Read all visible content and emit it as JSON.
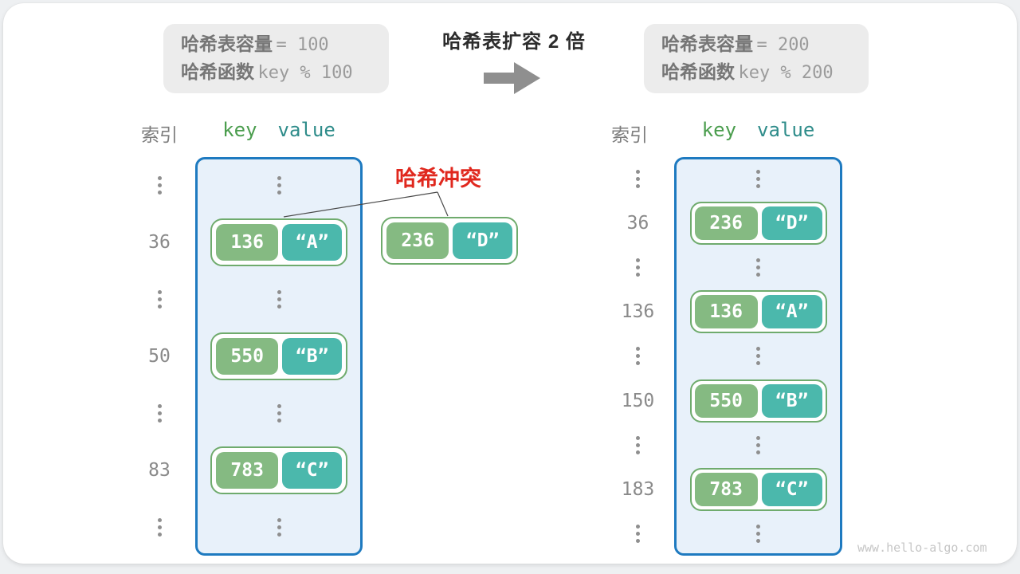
{
  "title": "哈希表扩容 2 倍",
  "before_box": {
    "line1_label": "哈希表容量",
    "line1_value": "= 100",
    "line2_label": "哈希函数",
    "line2_value": "key % 100"
  },
  "after_box": {
    "line1_label": "哈希表容量",
    "line1_value": "= 200",
    "line2_label": "哈希函数",
    "line2_value": "key % 200"
  },
  "collision_label": "哈希冲突",
  "headers": {
    "index": "索引",
    "key": "key",
    "value": "value"
  },
  "tables": {
    "left": {
      "rows": [
        {
          "type": "dots"
        },
        {
          "type": "entry",
          "index": "36",
          "key": "136",
          "value": "“A”"
        },
        {
          "type": "dots"
        },
        {
          "type": "entry",
          "index": "50",
          "key": "550",
          "value": "“B”"
        },
        {
          "type": "dots"
        },
        {
          "type": "entry",
          "index": "83",
          "key": "783",
          "value": "“C”"
        },
        {
          "type": "dots"
        }
      ]
    },
    "right": {
      "rows": [
        {
          "type": "dots"
        },
        {
          "type": "entry",
          "index": "36",
          "key": "236",
          "value": "“D”"
        },
        {
          "type": "dots"
        },
        {
          "type": "entry",
          "index": "136",
          "key": "136",
          "value": "“A”"
        },
        {
          "type": "dots"
        },
        {
          "type": "entry",
          "index": "150",
          "key": "550",
          "value": "“B”"
        },
        {
          "type": "dots"
        },
        {
          "type": "entry",
          "index": "183",
          "key": "783",
          "value": "“C”"
        },
        {
          "type": "dots"
        }
      ]
    },
    "floating_entry": {
      "key": "236",
      "value": "“D”"
    }
  },
  "watermark": "www.hello-algo.com",
  "colors": {
    "key_green": "#85ba82",
    "value_teal": "#4bb8ac",
    "pair_border": "#6fab6d",
    "bucket_fill": "#e8f1fa",
    "bucket_border": "#1e7ac0",
    "collision_red": "#e0281e",
    "header_key_green": "#4a9d4d",
    "header_value_teal": "#2e8c8a",
    "index_gray": "#8a8a8a",
    "arrow_gray": "#8f8f8f"
  }
}
